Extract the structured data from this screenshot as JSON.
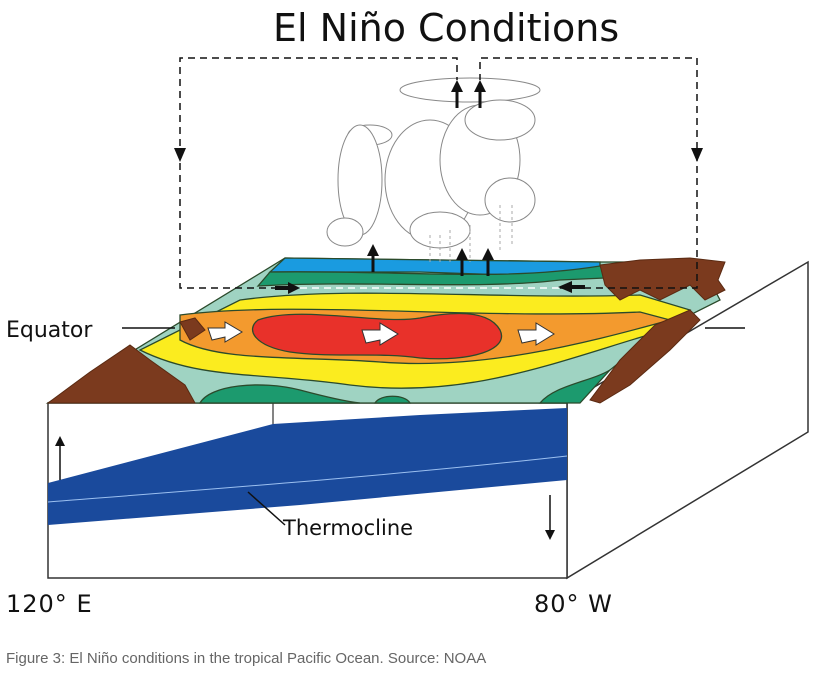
{
  "title": "El Niño Conditions",
  "labels": {
    "equator": "Equator",
    "thermocline": "Thermocline",
    "longitude_west_edge": "120° E",
    "longitude_east_edge": "80° W"
  },
  "caption": "Figure 3: El Niño conditions in the tropical Pacific Ocean. Source: NOAA",
  "colors": {
    "warm_core": "#e8312a",
    "warm": "#f39a2e",
    "mild": "#fbec1f",
    "cool": "#9fd3c2",
    "cold": "#1c9a6e",
    "coldest": "#1a9be0",
    "land": "#7b3a1e",
    "thermocline": "#1a4a9c"
  }
}
